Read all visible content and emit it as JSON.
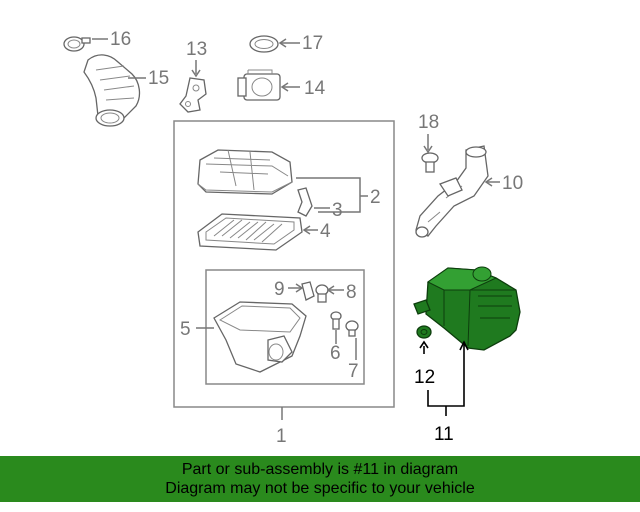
{
  "callouts": {
    "c1": "1",
    "c2": "2",
    "c3": "3",
    "c4": "4",
    "c5": "5",
    "c6": "6",
    "c7": "7",
    "c8": "8",
    "c9": "9",
    "c10": "10",
    "c11": "11",
    "c12": "12",
    "c13": "13",
    "c14": "14",
    "c15": "15",
    "c16": "16",
    "c17": "17",
    "c18": "18"
  },
  "banner": {
    "line1": "Part or sub-assembly is #11 in diagram",
    "line2": "Diagram may not be specific to your vehicle"
  },
  "colors": {
    "highlight_part": "#1f7a1f",
    "banner_bg": "#2a8a1d",
    "callout_text": "#777777"
  }
}
